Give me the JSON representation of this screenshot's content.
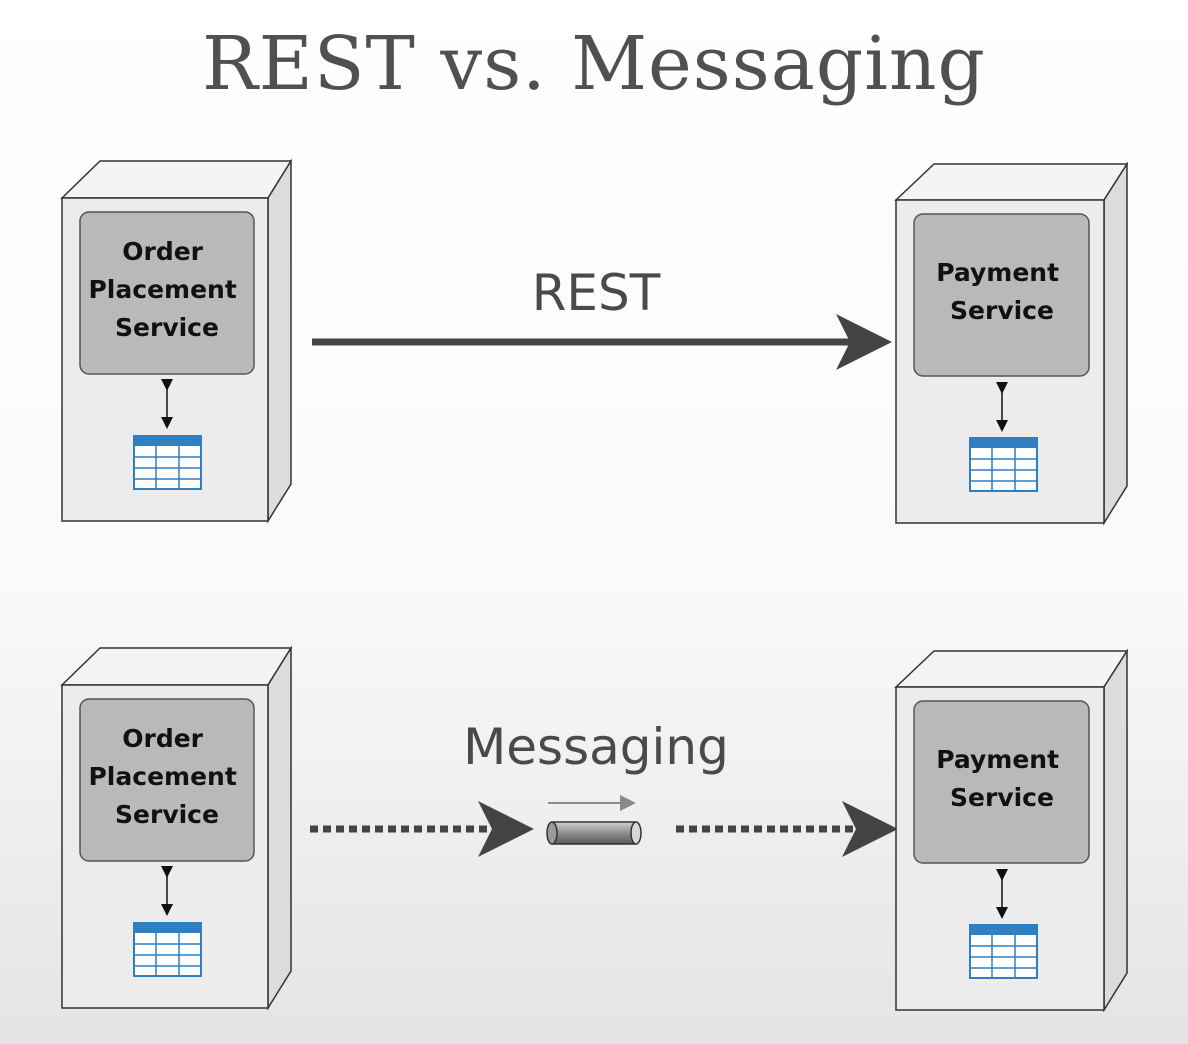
{
  "title": "REST vs. Messaging",
  "rows": [
    {
      "connection": "REST",
      "style": "solid",
      "left_service": [
        "Order",
        "Placement",
        "Service"
      ],
      "right_service": [
        "Payment",
        "Service"
      ]
    },
    {
      "connection": "Messaging",
      "style": "dotted-via-queue",
      "left_service": [
        "Order",
        "Placement",
        "Service"
      ],
      "right_service": [
        "Payment",
        "Service"
      ]
    }
  ],
  "colors": {
    "title": "#505050",
    "server_front": "#ececec",
    "server_side": "#e0e0e0",
    "service_box": "#b9b9b9",
    "arrow": "#444444",
    "database": "#2f7fc1"
  },
  "icons": [
    "server-icon",
    "database-table-icon",
    "message-queue-icon",
    "arrow-icon"
  ]
}
